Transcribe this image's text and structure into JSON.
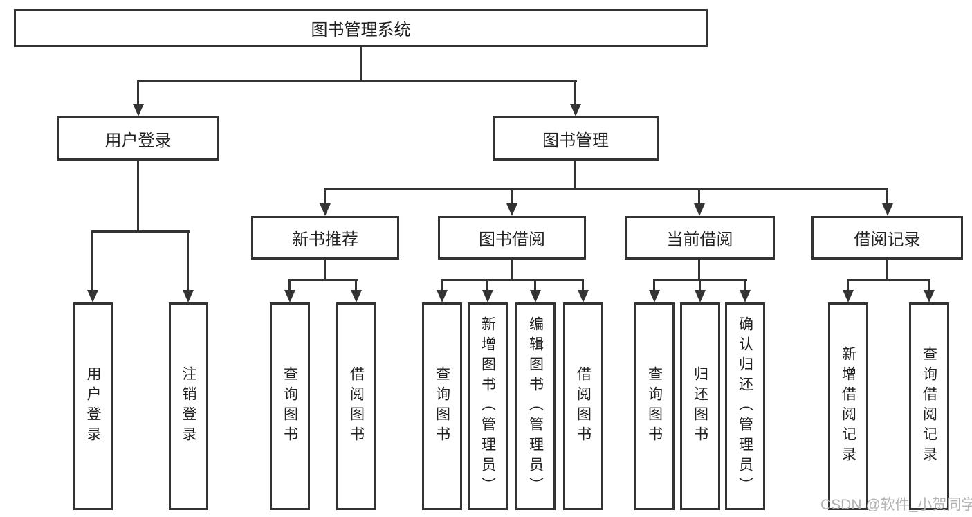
{
  "diagram": {
    "title": "图书管理系统",
    "watermark": "CSDN @软件_小贺同学",
    "colors": {
      "line": "#333333",
      "box_border": "#333333",
      "text": "#212121",
      "watermark": "#b3b3b3",
      "background": "#ffffff"
    },
    "nodes": {
      "root": "图书管理系统",
      "user_login": "用户登录",
      "book_mgmt": "图书管理",
      "new_book_rec": "新书推荐",
      "book_borrow": "图书借阅",
      "current_borrow": "当前借阅",
      "borrow_record": "借阅记录",
      "leaf_user_login": "用户登录",
      "leaf_logout": "注销登录",
      "leaf_query_book_1": "查询图书",
      "leaf_borrow_book_1": "借阅图书",
      "leaf_query_book_2": "查询图书",
      "leaf_add_book": "新增图书（管理员）",
      "leaf_edit_book": "编辑图书（管理员）",
      "leaf_borrow_book_2": "借阅图书",
      "leaf_query_book_3": "查询图书",
      "leaf_return_book": "归还图书",
      "leaf_confirm_return": "确认归还（管理员）",
      "leaf_add_record": "新增借阅记录",
      "leaf_query_record": "查询借阅记录"
    },
    "structure": {
      "root_children": [
        "用户登录",
        "图书管理"
      ],
      "user_login_children": [
        "用户登录",
        "注销登录"
      ],
      "book_mgmt_children": [
        "新书推荐",
        "图书借阅",
        "当前借阅",
        "借阅记录"
      ],
      "new_book_rec_children": [
        "查询图书",
        "借阅图书"
      ],
      "book_borrow_children": [
        "查询图书",
        "新增图书（管理员）",
        "编辑图书（管理员）",
        "借阅图书"
      ],
      "current_borrow_children": [
        "查询图书",
        "归还图书",
        "确认归还（管理员）"
      ],
      "borrow_record_children": [
        "新增借阅记录",
        "查询借阅记录"
      ]
    }
  }
}
